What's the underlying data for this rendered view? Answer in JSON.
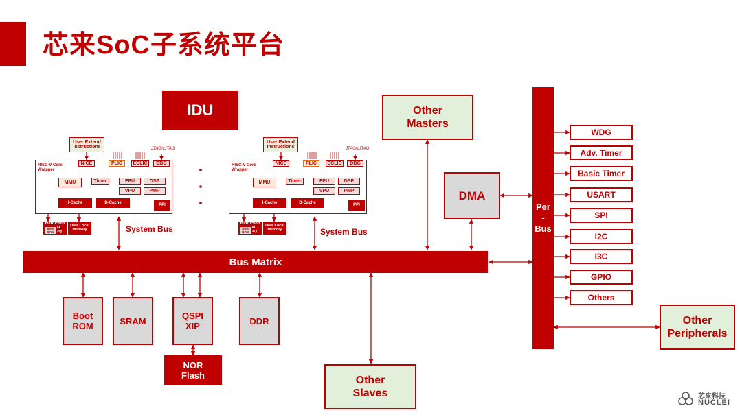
{
  "slide": {
    "title": "芯来SoC子系统平台"
  },
  "idu": "IDU",
  "cores": [
    {
      "user_extend": "User Extend Instructions",
      "nice": "NICE",
      "plic": "PLIC",
      "eclic": "ECLIC",
      "dbg": "DBG",
      "jtag": "JTAG/cJTAG",
      "wrapper": "RISC-V Core Wrapper",
      "mmu": "MMU",
      "timer": "Timer",
      "fpu": "FPU",
      "dsp": "DSP",
      "vpu": "VPU",
      "pmp": "PMP",
      "icache": "I-Cache",
      "dcache": "D-Cache",
      "ppi": "PPI",
      "ilm": "Instruction Local Memory",
      "boot_rom": "Boot ROM",
      "dlm": "Data Local Memory",
      "system_bus": "System Bus"
    },
    {
      "user_extend": "User Extend Instructions",
      "nice": "NICE",
      "plic": "PLIC",
      "eclic": "ECLIC",
      "dbg": "DBG",
      "jtag": "JTAG/cJTAG",
      "wrapper": "RISC-V Core Wrapper",
      "mmu": "MMU",
      "timer": "Timer",
      "fpu": "FPU",
      "dsp": "DSP",
      "vpu": "VPU",
      "pmp": "PMP",
      "icache": "I-Cache",
      "dcache": "D-Cache",
      "ppi": "PPI",
      "ilm": "Instruction Local Memory",
      "boot_rom": "Boot ROM",
      "dlm": "Data Local Memory",
      "system_bus": "System Bus"
    }
  ],
  "bus_matrix": "Bus Matrix",
  "other_masters": "Other Masters",
  "dma": "DMA",
  "per_bus": {
    "line1": "Per",
    "line2": "-",
    "line3": "Bus"
  },
  "peripherals": [
    "WDG",
    "Adv. Timer",
    "Basic Timer",
    "USART",
    "SPI",
    "I2C",
    "I3C",
    "GPIO",
    "Others"
  ],
  "other_peripherals": "Other Peripherals",
  "memories": {
    "boot_rom": "Boot ROM",
    "sram": "SRAM",
    "qspi": "QSPI XIP",
    "ddr": "DDR",
    "nor": "NOR Flash"
  },
  "other_slaves": "Other Slaves",
  "logo": {
    "cn": "芯来科技",
    "en": "NUCLEI"
  },
  "colors": {
    "brand_red": "#c00000",
    "green_fill": "#e2efda",
    "grey_fill": "#d9d9d9"
  }
}
